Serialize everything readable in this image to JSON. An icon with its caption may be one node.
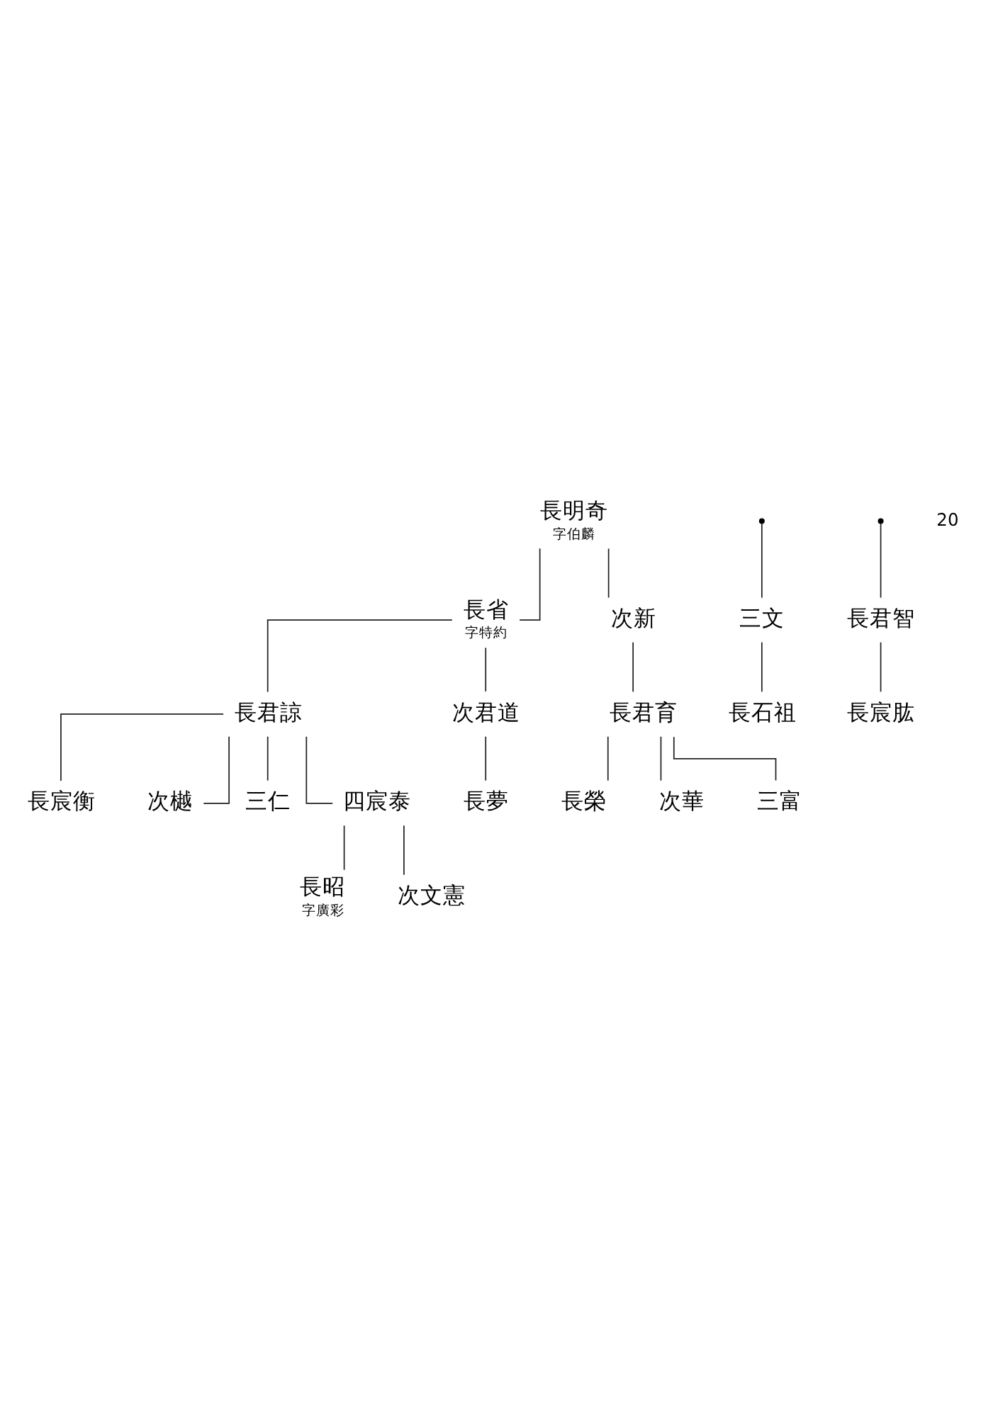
{
  "diagram": {
    "nodes": [
      {
        "text": [
          "長明奇"
        ],
        "beside": [
          "字伯麟"
        ]
      },
      {
        "text": [
          "長省"
        ],
        "beside": [
          "字特約"
        ]
      },
      {
        "text": [
          "次新"
        ]
      },
      {
        "text": [
          "三文"
        ]
      },
      {
        "text": [
          "長君諒"
        ]
      },
      {
        "text": [
          "次君道"
        ]
      },
      {
        "text": [
          "長君育"
        ]
      },
      {
        "text": [
          "長君智"
        ]
      },
      {
        "text": [
          "長石祖"
        ]
      },
      {
        "text": [
          "長宸衡"
        ]
      },
      {
        "text": [
          "次樾"
        ]
      },
      {
        "text": [
          "三仁"
        ]
      },
      {
        "text": [
          "四宸泰"
        ]
      },
      {
        "text": [
          "長夢"
        ]
      },
      {
        "text": [
          "長榮"
        ]
      },
      {
        "text": [
          "次華"
        ]
      },
      {
        "text": [
          "三富"
        ]
      },
      {
        "text": [
          "長宸肱"
        ]
      },
      {
        "text": [
          "長昭"
        ],
        "beside": [
          "字廣彩"
        ]
      },
      {
        "text": [
          "次文憲"
        ]
      }
    ],
    "edges": [
      {
        "from": 0,
        "to": 1,
        "arrow": "none"
      },
      {
        "from": 0,
        "to": 2,
        "arrow": "none"
      },
      {
        "from": null,
        "to": 3,
        "arrow": "none"
      },
      {
        "from": 1,
        "to": 4,
        "arrow": "none"
      },
      {
        "from": 1,
        "to": 5,
        "arrow": "none"
      },
      {
        "from": 2,
        "to": 6,
        "arrow": "none"
      },
      {
        "from": null,
        "to": 7,
        "arrow": "none"
      },
      {
        "from": 3,
        "to": 8,
        "arrow": "none"
      },
      {
        "from": 4,
        "to": 9,
        "arrow": "none"
      },
      {
        "from": 4,
        "to": 10,
        "arrow": "none"
      },
      {
        "from": 4,
        "to": 11,
        "arrow": "none"
      },
      {
        "from": 4,
        "to": 12,
        "arrow": "none"
      },
      {
        "from": 5,
        "to": 13,
        "arrow": "none"
      },
      {
        "from": 6,
        "to": 14,
        "arrow": "none"
      },
      {
        "from": 6,
        "to": 15,
        "arrow": "none"
      },
      {
        "from": 6,
        "to": 16,
        "arrow": "none"
      },
      {
        "from": 7,
        "to": 17,
        "arrow": "none"
      },
      {
        "from": 12,
        "to": 18,
        "arrow": "none"
      },
      {
        "from": 12,
        "to": 19,
        "arrow": "none"
      }
    ],
    "labels": [
      "20"
    ]
  }
}
